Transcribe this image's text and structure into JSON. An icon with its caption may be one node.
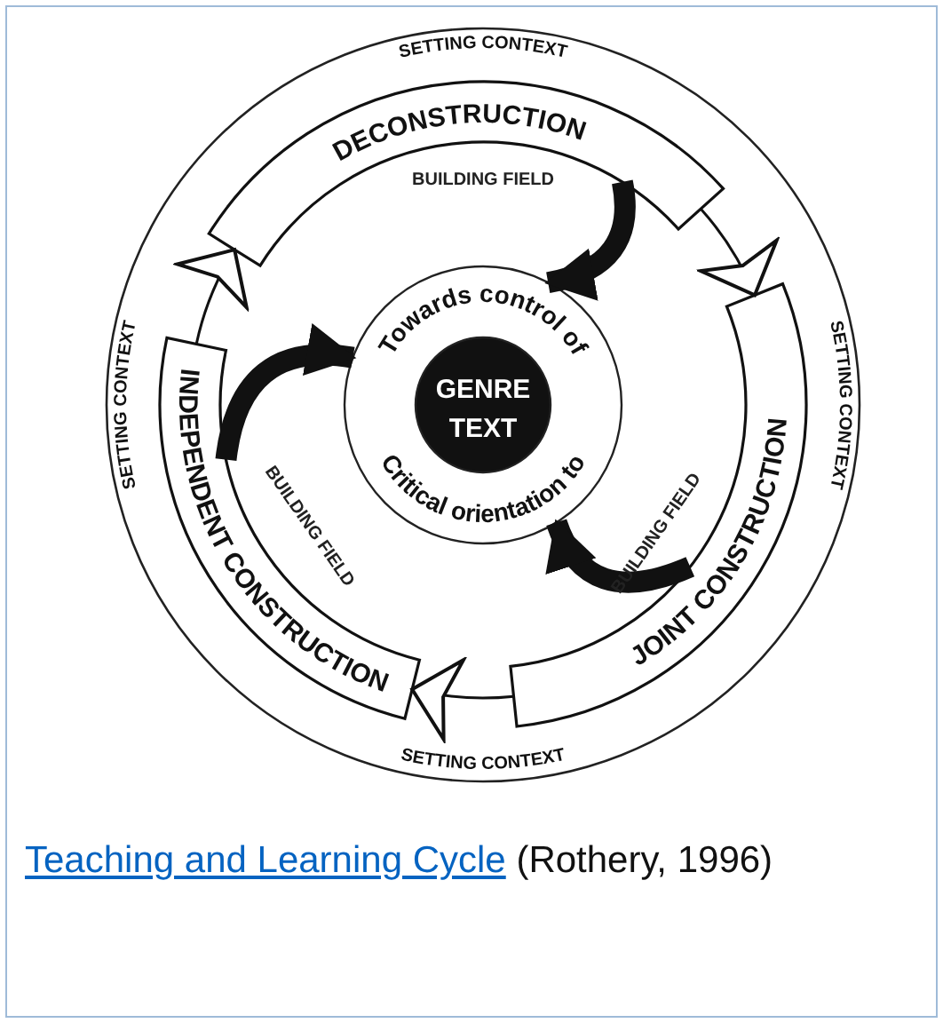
{
  "diagram": {
    "nodes": [
      {
        "text": [
          "DECONSTRUCTION"
        ]
      },
      {
        "text": [
          "JOINT CONSTRUCTION"
        ]
      },
      {
        "text": [
          "INDEPENDENT CONSTRUCTION"
        ]
      },
      {
        "text": [
          "Towards control of",
          "Critical orientation to"
        ]
      },
      {
        "text": [
          "GENRE TEXT"
        ],
        "in": 3
      }
    ],
    "edges": [
      {
        "from": 0,
        "to": 1,
        "arrow": "to"
      },
      {
        "from": 1,
        "to": 2,
        "arrow": "to"
      },
      {
        "from": 2,
        "to": 0,
        "arrow": "to"
      },
      {
        "from": 0,
        "to": 3,
        "arrow": "to",
        "style": "thick"
      },
      {
        "from": 1,
        "to": 3,
        "arrow": "to",
        "style": "thick"
      },
      {
        "from": 2,
        "to": 3,
        "arrow": "to",
        "style": "thick"
      }
    ],
    "labels": [
      "SETTING CONTEXT",
      "SETTING CONTEXT",
      "SETTING CONTEXT",
      "SETTING CONTEXT",
      "BUILDING FIELD",
      "BUILDING FIELD",
      "BUILDING FIELD",
      "Teaching and Learning Cycle",
      "(Rothery, 1996)"
    ]
  }
}
